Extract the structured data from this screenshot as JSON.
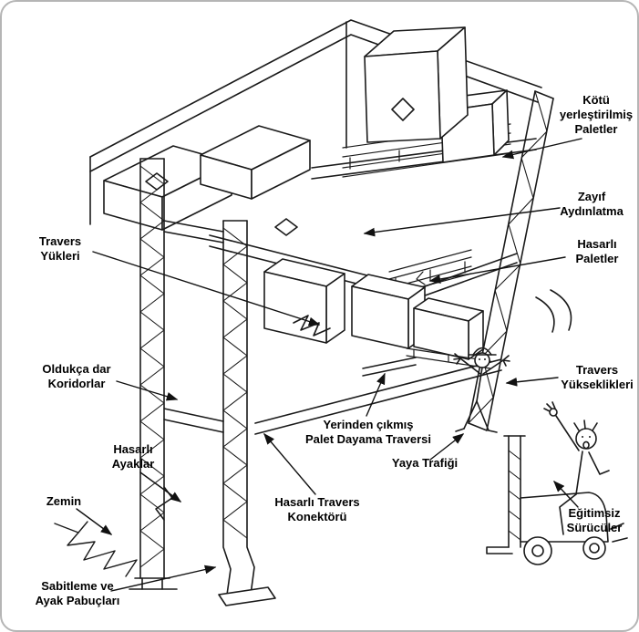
{
  "colors": {
    "ink": "#1a1a1a",
    "border": "#b5b5b5",
    "background": "#ffffff"
  },
  "labels": {
    "kotu_yerlestirilmis_paletler": "Kötü\nyerleştirilmiş\nPaletler",
    "zayif_aydinlatma": "Zayıf\nAydınlatma",
    "hasarli_paletler": "Hasarlı\nPaletler",
    "travers_yukleri": "Travers\nYükleri",
    "oldukca_dar_koridorlar": "Oldukça dar\nKoridorlar",
    "hasarli_ayaklar": "Hasarlı\nAyaklar",
    "zemin": "Zemin",
    "sabitleme_ve_ayak_pabuclari": "Sabitleme ve\nAyak Pabuçları",
    "hasarli_travers_konektoru": "Hasarlı Travers\nKonektörü",
    "yerinden_cikmis_palet_dayama_traversi": "Yerinden çıkmış\nPalet Dayama Traversi",
    "yaya_trafigi": "Yaya Trafiği",
    "travers_yukseklikleri": "Travers\nYükseklikleri",
    "egitimsiz_suruculer": "Eğitimsiz\nSürücüler"
  }
}
